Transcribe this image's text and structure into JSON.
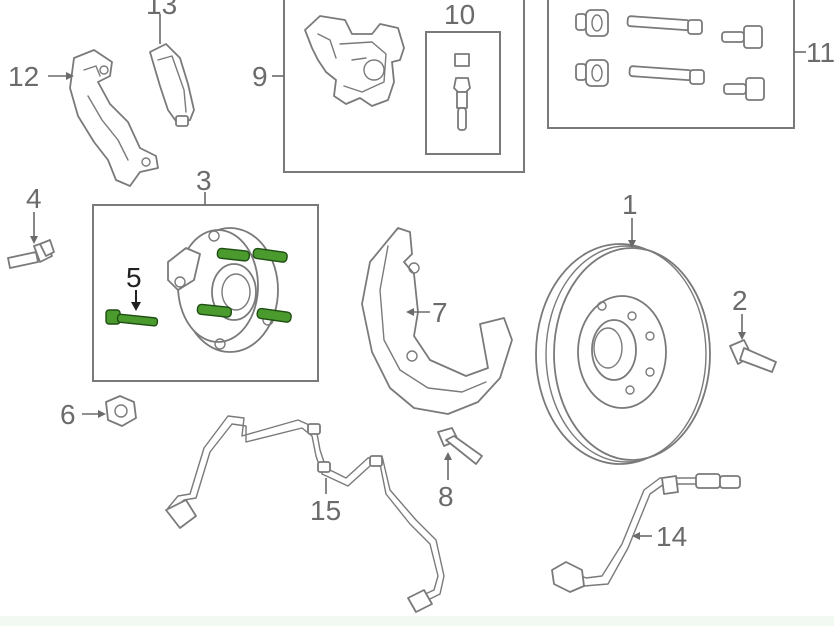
{
  "labels": {
    "p1": "1",
    "p2": "2",
    "p3": "3",
    "p4": "4",
    "p5": "5",
    "p6": "6",
    "p7": "7",
    "p8": "8",
    "p9": "9",
    "p10": "10",
    "p11": "11",
    "p12": "12",
    "p13": "13",
    "p14": "14",
    "p15": "15"
  },
  "colors": {
    "line": "#7a7a7a",
    "highlight": "#4a9a2e",
    "label": "#6b6b6b"
  }
}
